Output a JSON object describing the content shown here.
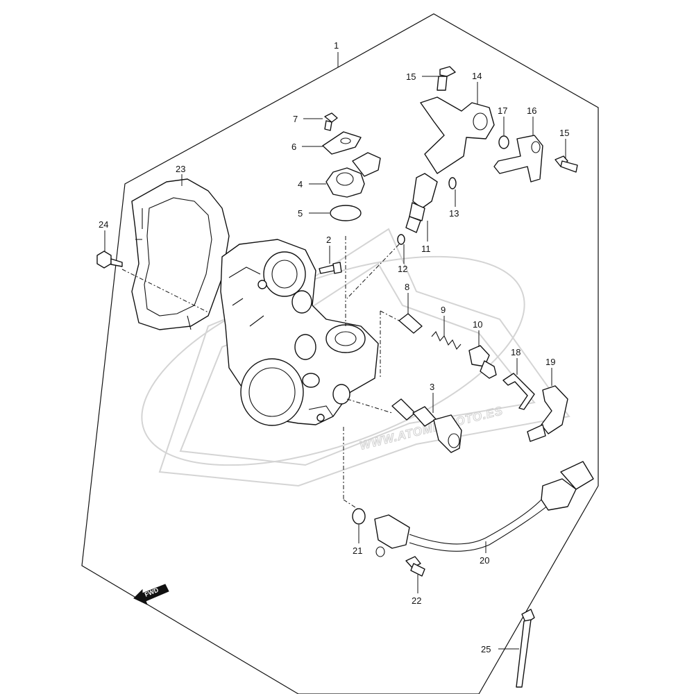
{
  "watermark": {
    "text": "WWW.ATOMICMOTO.ES"
  },
  "fwd_arrow": {
    "text": "FWD"
  },
  "callouts": [
    {
      "id": "1",
      "text": "1"
    },
    {
      "id": "2",
      "text": "2"
    },
    {
      "id": "3",
      "text": "3"
    },
    {
      "id": "4",
      "text": "4"
    },
    {
      "id": "5",
      "text": "5"
    },
    {
      "id": "6",
      "text": "6"
    },
    {
      "id": "7",
      "text": "7"
    },
    {
      "id": "8",
      "text": "8"
    },
    {
      "id": "9",
      "text": "9"
    },
    {
      "id": "10",
      "text": "10"
    },
    {
      "id": "11",
      "text": "11"
    },
    {
      "id": "12",
      "text": "12"
    },
    {
      "id": "13",
      "text": "13"
    },
    {
      "id": "14",
      "text": "14"
    },
    {
      "id": "15a",
      "text": "15"
    },
    {
      "id": "15b",
      "text": "15"
    },
    {
      "id": "16",
      "text": "16"
    },
    {
      "id": "17",
      "text": "17"
    },
    {
      "id": "18",
      "text": "18"
    },
    {
      "id": "19",
      "text": "19"
    },
    {
      "id": "20",
      "text": "20"
    },
    {
      "id": "21",
      "text": "21"
    },
    {
      "id": "22",
      "text": "22"
    },
    {
      "id": "23",
      "text": "23"
    },
    {
      "id": "24",
      "text": "24"
    },
    {
      "id": "25",
      "text": "25"
    }
  ]
}
